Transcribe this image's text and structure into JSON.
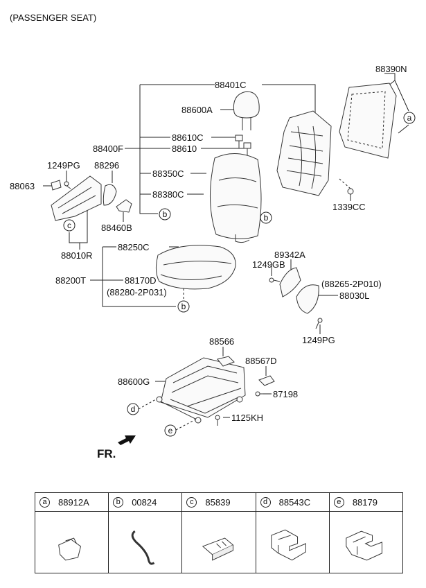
{
  "title": "(PASSENGER SEAT)",
  "direction_label": "FR.",
  "callouts": {
    "a": "a",
    "b": "b",
    "c": "c",
    "d": "d",
    "e": "e"
  },
  "parts": {
    "p88401C": "88401C",
    "p88390N": "88390N",
    "p88600A": "88600A",
    "p88610C": "88610C",
    "p88400F": "88400F",
    "p88610": "88610",
    "p1249PG_top": "1249PG",
    "p88296": "88296",
    "p88063": "88063",
    "p88350C": "88350C",
    "p88380C": "88380C",
    "p1339CC": "1339CC",
    "p88460B": "88460B",
    "p88010R": "88010R",
    "p88250C": "88250C",
    "p89342A": "89342A",
    "p1249GB": "1249GB",
    "p88200T": "88200T",
    "p88170D": "88170D",
    "p88280": "(88280-2P031)",
    "p88265": "(88265-2P010)",
    "p88030L": "88030L",
    "p1249PG_bot": "1249PG",
    "p88566": "88566",
    "p88567D": "88567D",
    "p88600G": "88600G",
    "p87198": "87198",
    "p1125KH": "1125KH"
  },
  "legend": [
    {
      "letter": "a",
      "part": "88912A"
    },
    {
      "letter": "b",
      "part": "00824"
    },
    {
      "letter": "c",
      "part": "85839"
    },
    {
      "letter": "d",
      "part": "88543C"
    },
    {
      "letter": "e",
      "part": "88179"
    }
  ]
}
